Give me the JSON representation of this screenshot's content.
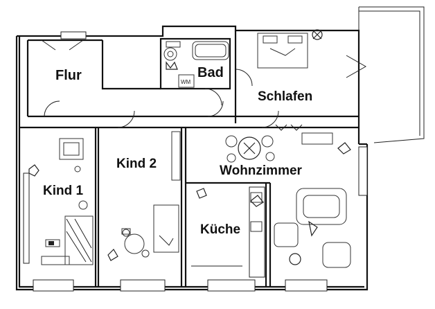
{
  "rooms": {
    "flur": "Flur",
    "bad": "Bad",
    "schlafen": "Schlafen",
    "kind1": "Kind 1",
    "kind2": "Kind 2",
    "wohnzimmer": "Wohnzimmer",
    "kueche": "Küche"
  },
  "fixtures": {
    "washing_machine": "WM"
  }
}
